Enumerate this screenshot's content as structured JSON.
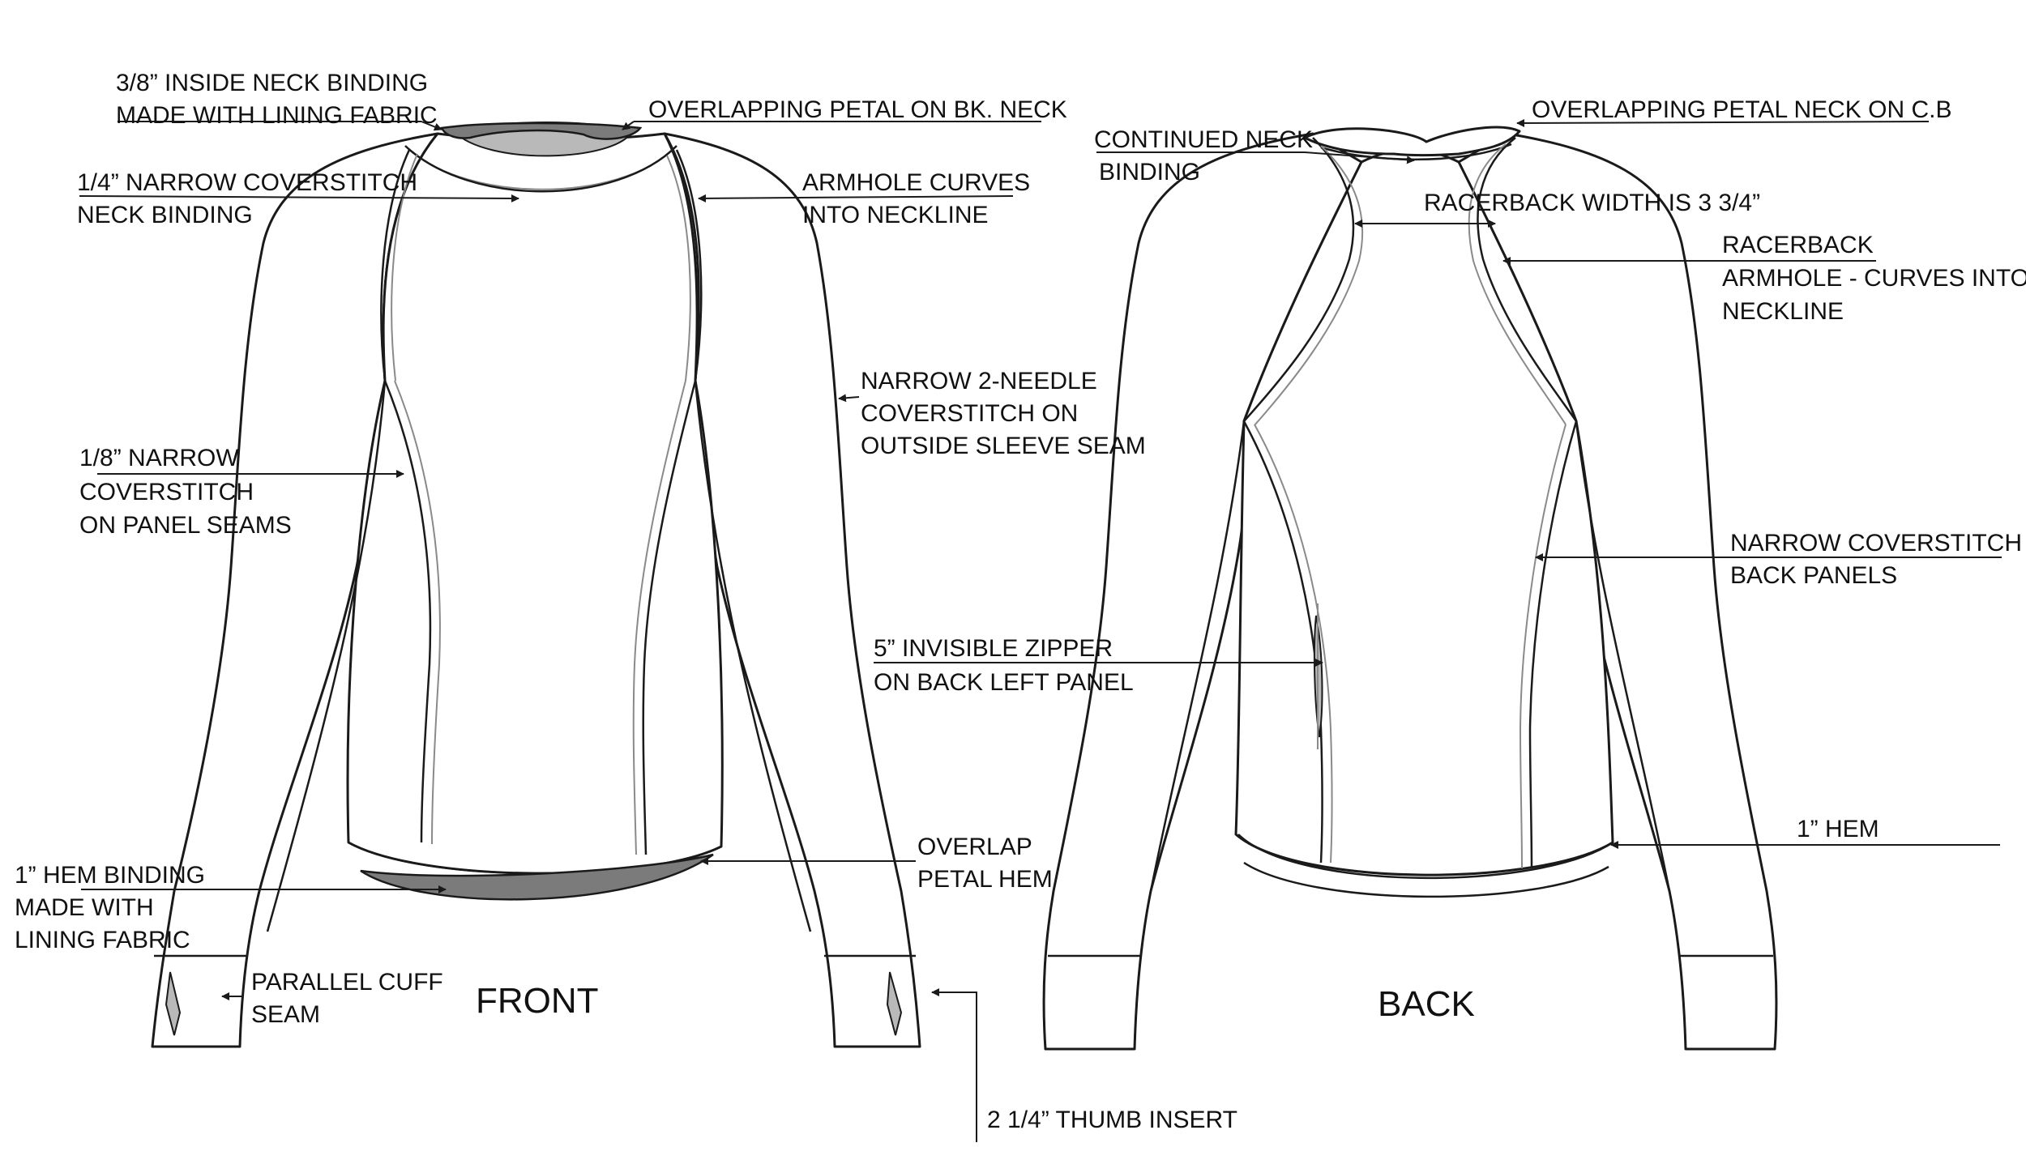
{
  "colors": {
    "line": "#1a1a1a",
    "stitch": "#8a8a8a",
    "binding": "#7b7b7b",
    "background": "#ffffff"
  },
  "views": {
    "front": "FRONT",
    "back": "BACK"
  },
  "front_callouts": {
    "inside_neck_binding": [
      "3/8”  INSIDE NECK BINDING",
      "MADE WITH LINING FABRIC"
    ],
    "overlapping_petal_bk_neck": [
      "OVERLAPPING PETAL ON BK. NECK"
    ],
    "narrow_coverstitch_neck": [
      "1/4” NARROW COVERSTITCH",
      "NECK BINDING"
    ],
    "armhole_curves": [
      "ARMHOLE CURVES",
      "INTO NECKLINE"
    ],
    "narrow_2_needle": [
      "NARROW 2-NEEDLE",
      "COVERSTITCH ON",
      "OUTSIDE SLEEVE SEAM"
    ],
    "panel_seams": [
      "1/8” NARROW",
      "COVERSTITCH",
      "ON PANEL SEAMS"
    ],
    "hem_binding": [
      "1” HEM BINDING",
      "MADE WITH",
      "LINING FABRIC"
    ],
    "overlap_petal_hem": [
      "OVERLAP",
      "PETAL HEM"
    ],
    "parallel_cuff_seam": [
      "PARALLEL CUFF",
      "SEAM"
    ],
    "thumb_insert": [
      "2 1/4” THUMB INSERT"
    ]
  },
  "back_callouts": {
    "continued_neck_binding": [
      "CONTINUED NECK",
      "BINDING"
    ],
    "overlapping_petal_neck_cb": [
      "OVERLAPPING PETAL NECK ON C.B"
    ],
    "racerback_width": [
      "RACERBACK WIDTH IS 3 3/4”"
    ],
    "racerback_armhole": [
      "RACERBACK",
      "ARMHOLE - CURVES INTO",
      "NECKLINE"
    ],
    "back_panels": [
      "NARROW COVERSTITCH",
      "BACK PANELS"
    ],
    "invisible_zipper": [
      "5” INVISIBLE ZIPPER",
      "ON BACK LEFT PANEL"
    ],
    "hem": [
      "1” HEM"
    ]
  }
}
